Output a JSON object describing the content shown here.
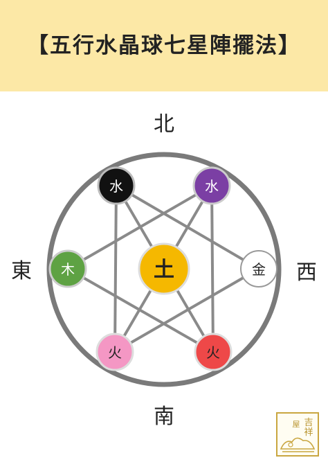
{
  "header": {
    "title": "【五行水晶球七星陣擺法】",
    "background": "#fce8a6"
  },
  "directions": {
    "north": "北",
    "south": "南",
    "east": "東",
    "west": "西"
  },
  "nodes": {
    "top_left": {
      "label": "水",
      "color": "#111111",
      "text_color": "#ffffff"
    },
    "top_right": {
      "label": "水",
      "color": "#7b3fa4",
      "text_color": "#ffffff"
    },
    "left": {
      "label": "木",
      "color": "#5ea243",
      "text_color": "#ffffff"
    },
    "right": {
      "label": "金",
      "color": "#ffffff",
      "text_color": "#222222"
    },
    "center": {
      "label": "土",
      "color": "#f5b800",
      "text_color": "#222222"
    },
    "bottom_left": {
      "label": "火",
      "color": "#f497c4",
      "text_color": "#222222"
    },
    "bottom_right": {
      "label": "火",
      "color": "#ee4848",
      "text_color": "#222222"
    }
  },
  "stamp": {
    "text": "吉祥屋"
  },
  "colors": {
    "ring": "#7a7a7a",
    "lines": "#8a8a8a"
  }
}
